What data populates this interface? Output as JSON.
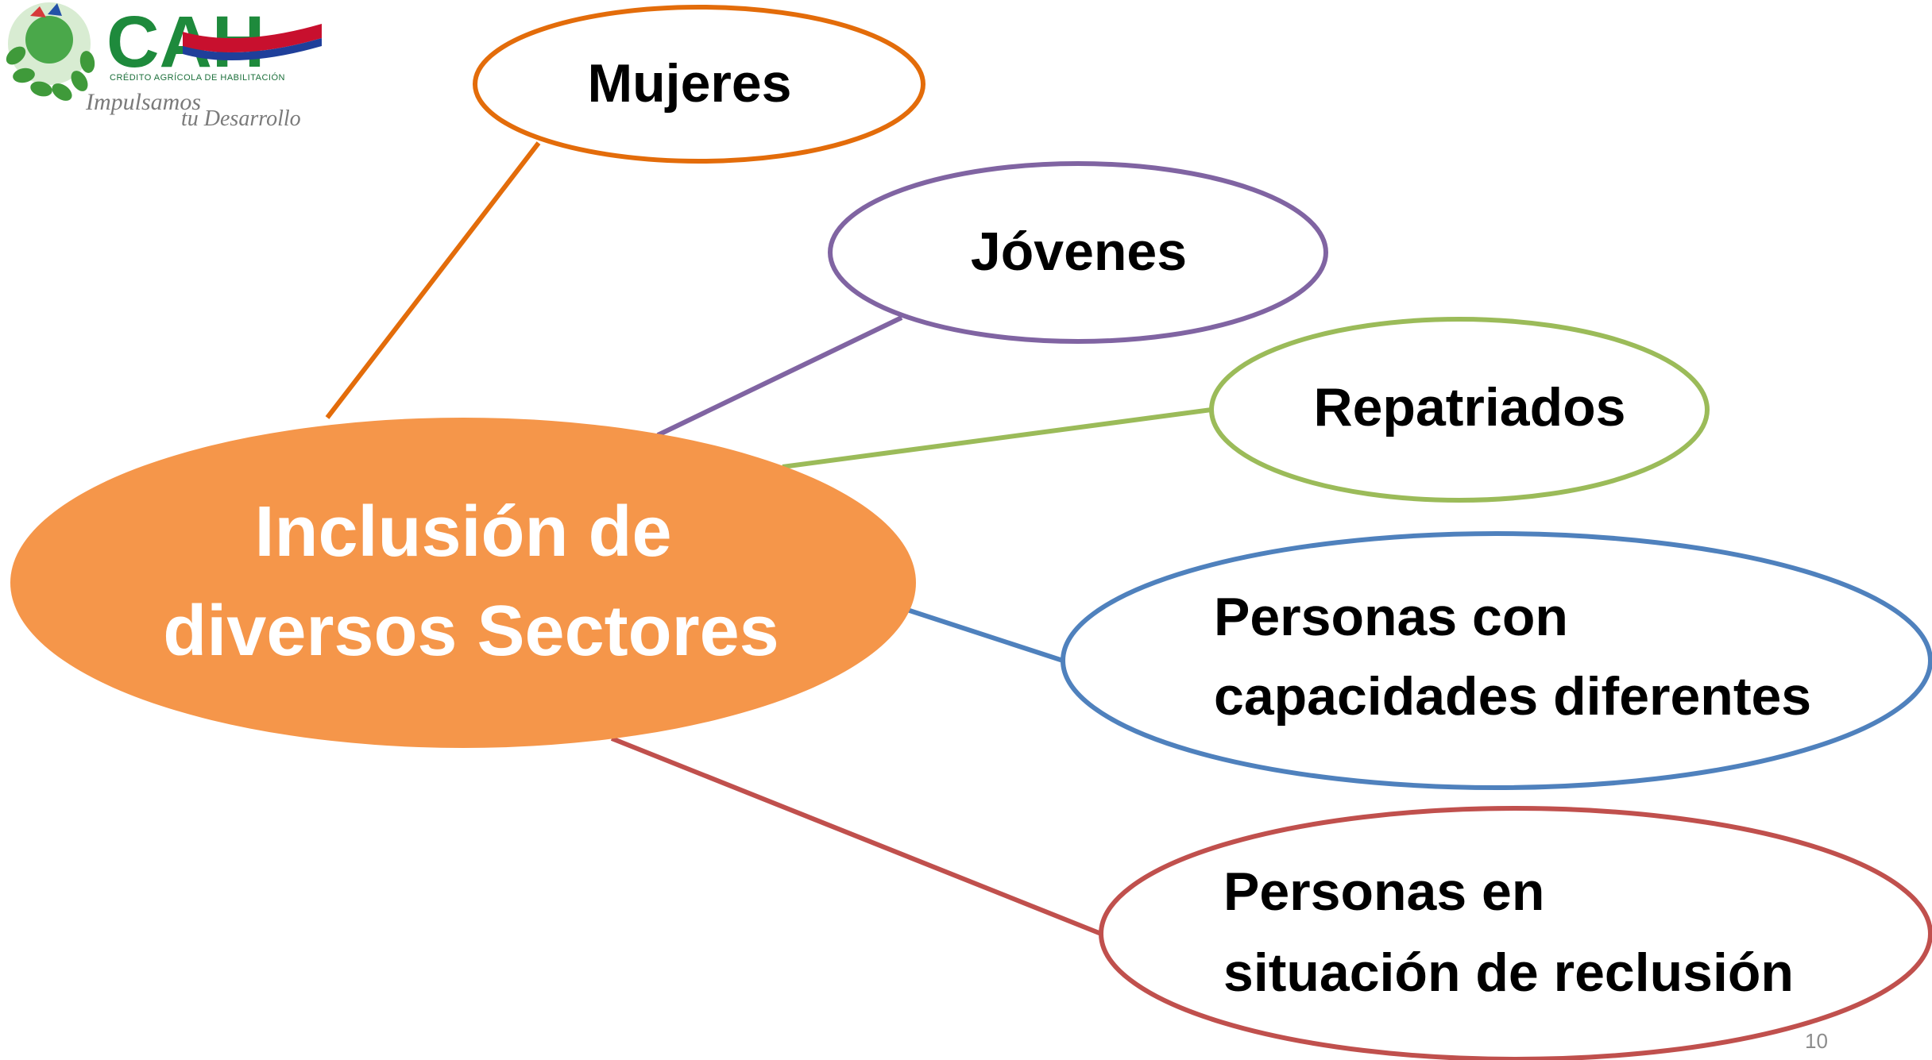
{
  "logo": {
    "brand": "CAH",
    "subtitle": "CRÉDITO AGRÍCOLA DE HABILITACIÓN",
    "slogan_line1": "Impulsamos",
    "slogan_line2": "tu Desarrollo"
  },
  "diagram": {
    "center": {
      "line1": "Inclusión de",
      "line2": "diversos Sectores",
      "color": "#f5964a",
      "text_color": "#ffffff"
    },
    "branches": [
      {
        "id": "mujeres",
        "lines": [
          "Mujeres"
        ],
        "color": "#e36c0a"
      },
      {
        "id": "jovenes",
        "lines": [
          "Jóvenes"
        ],
        "color": "#8064a2"
      },
      {
        "id": "repatriados",
        "lines": [
          "Repatriados"
        ],
        "color": "#9bbb59"
      },
      {
        "id": "capacidades",
        "lines": [
          "Personas con",
          "capacidades diferentes"
        ],
        "color": "#4f81bd"
      },
      {
        "id": "reclusion",
        "lines": [
          "Personas en",
          "situación de reclusión"
        ],
        "color": "#c0504d"
      }
    ]
  },
  "page_number": "10"
}
